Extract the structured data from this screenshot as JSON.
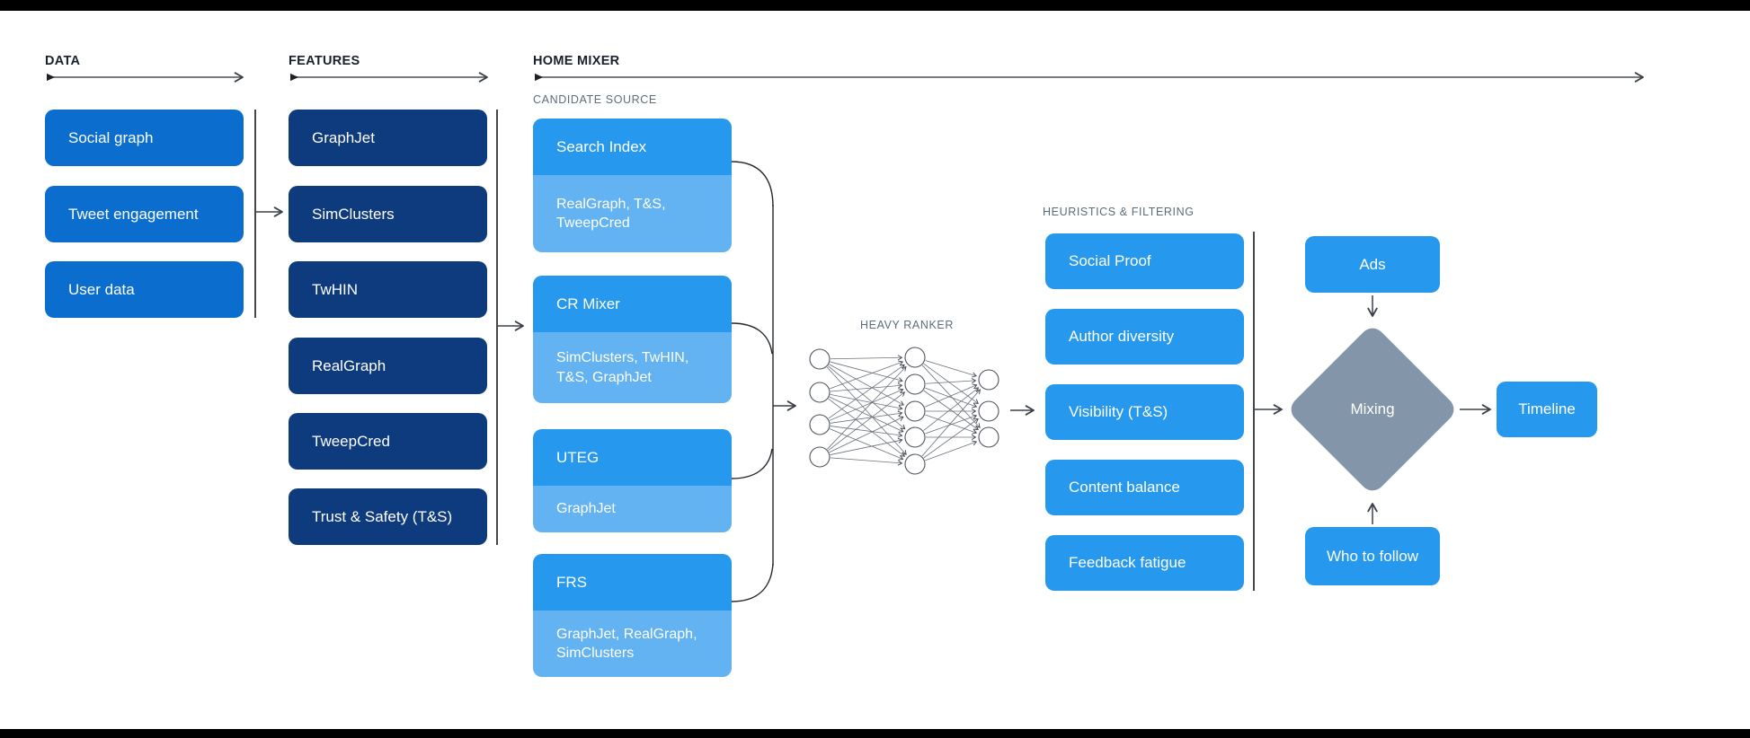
{
  "colors": {
    "box_blue": "#0b6ecf",
    "box_navy": "#0e3a7e",
    "box_bright": "#2699ee",
    "box_light": "#63b2f1",
    "diamond_gray": "#8396a9",
    "ink": "#1a212b",
    "muted_label": "#5d6c7b",
    "line_dark": "#34383e"
  },
  "data_section": {
    "label": "DATA",
    "boxes": [
      "Social graph",
      "Tweet engagement",
      "User data"
    ]
  },
  "features_section": {
    "label": "FEATURES",
    "boxes": [
      "GraphJet",
      "SimClusters",
      "TwHIN",
      "RealGraph",
      "TweepCred",
      "Trust & Safety (T&S)"
    ]
  },
  "home_mixer": {
    "label": "HOME MIXER",
    "candidate_source": {
      "label": "CANDIDATE SOURCE",
      "groups": [
        {
          "title": "Search Index",
          "sub": "RealGraph, T&S, TweepCred"
        },
        {
          "title": "CR Mixer",
          "sub": "SimClusters, TwHIN, T&S, GraphJet"
        },
        {
          "title": "UTEG",
          "sub": "GraphJet"
        },
        {
          "title": "FRS",
          "sub": "GraphJet, RealGraph, SimClusters"
        }
      ]
    },
    "heavy_ranker": {
      "label": "HEAVY RANKER",
      "layers": [
        4,
        5,
        3
      ]
    },
    "heuristics": {
      "label": "HEURISTICS & FILTERING",
      "boxes": [
        "Social Proof",
        "Author diversity",
        "Visibility (T&S)",
        "Content balance",
        "Feedback fatigue"
      ]
    },
    "mixing_stage": {
      "ads": "Ads",
      "mixing": "Mixing",
      "who_to_follow": "Who to follow",
      "timeline": "Timeline"
    }
  }
}
